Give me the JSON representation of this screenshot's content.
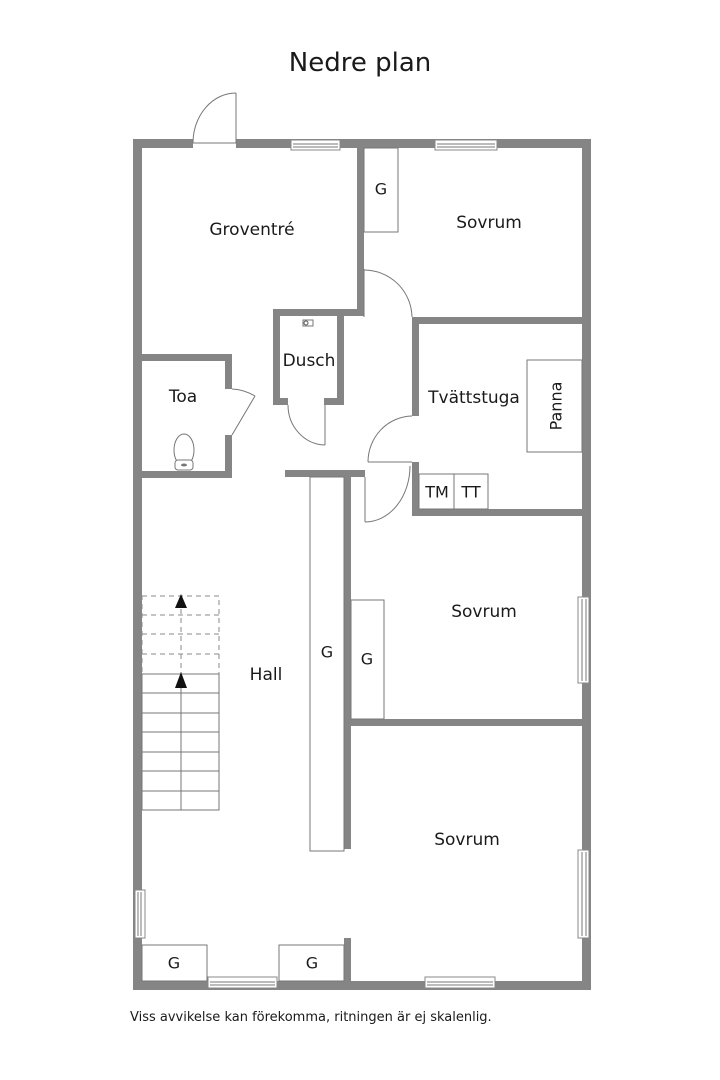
{
  "title": "Nedre plan",
  "footnote": "Viss avvikelse kan förekomma, ritningen är ej skalenlig.",
  "colors": {
    "wall": "#858585",
    "line": "#777777",
    "text": "#1a1a1a",
    "background": "#ffffff"
  },
  "rooms": {
    "groventre": "Groventré",
    "sovrum_top": "Sovrum",
    "toa": "Toa",
    "dusch": "Dusch",
    "tvattstuga": "Tvättstuga",
    "hall": "Hall",
    "sovrum_mid": "Sovrum",
    "sovrum_bottom": "Sovrum"
  },
  "fixtures": {
    "closet_top": "G",
    "closet_hall": "G",
    "closet_mid": "G",
    "closet_bottom_left": "G",
    "closet_bottom_center": "G",
    "boiler": "Panna",
    "washer": "TM",
    "dryer": "TT"
  },
  "stairs": {
    "direction": "up",
    "steps": 11
  }
}
